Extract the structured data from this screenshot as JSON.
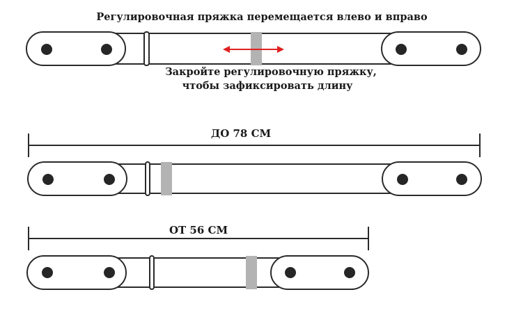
{
  "texts": {
    "buckle_moves": "Регулировочная пряжка перемещается влево и вправо",
    "fix_line1": "Закройте регулировочную пряжку,",
    "fix_line2": "чтобы зафиксировать длину",
    "max_length": "ДО 78 СМ",
    "min_length": "ОТ 56 СМ"
  },
  "colors": {
    "line": "#2a2a2a",
    "dot": "#262626",
    "slider": "#b3b3b3",
    "arrow": "#e02020"
  }
}
